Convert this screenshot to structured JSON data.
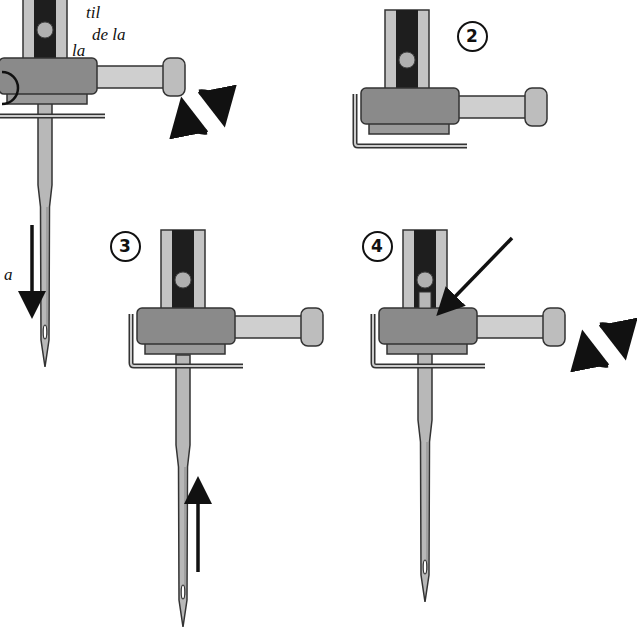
{
  "diagram": {
    "nodes": [
      {
        "text": [
          "2"
        ]
      },
      {
        "text": [
          "3"
        ]
      },
      {
        "text": [
          "4"
        ]
      }
    ],
    "labels": [
      "til",
      "de la",
      "la",
      "a"
    ]
  }
}
